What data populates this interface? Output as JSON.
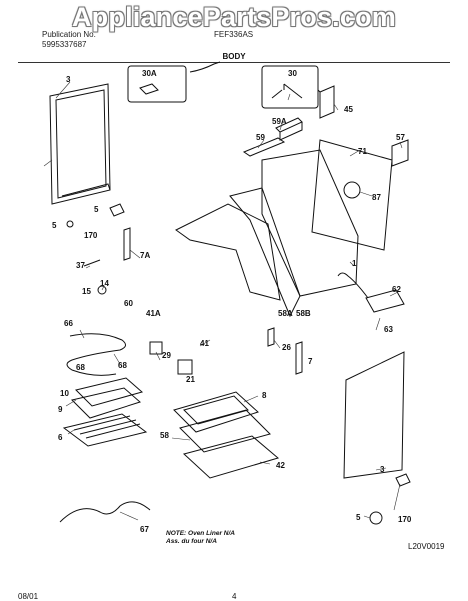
{
  "watermark": "AppliancePartsPros.com",
  "header": {
    "publication_label": "Publication No.",
    "publication_no": "5995337687",
    "model": "FEF336AS",
    "section": "BODY"
  },
  "callouts": [
    "30A",
    "30",
    "45",
    "3",
    "59A",
    "59",
    "57",
    "71",
    "87",
    "5",
    "170",
    "7A",
    "37",
    "14",
    "15",
    "60",
    "41A",
    "1",
    "62",
    "66",
    "68",
    "58A",
    "58B",
    "29",
    "41",
    "21",
    "26",
    "7",
    "63",
    "10",
    "9",
    "6",
    "8",
    "58",
    "42",
    "67"
  ],
  "note": {
    "line1": "NOTE: Oven Liner N/A",
    "line2": "Ass. du four N/A"
  },
  "footer": {
    "date": "08/01",
    "page": "4",
    "drawing_code": "L20V0019"
  }
}
